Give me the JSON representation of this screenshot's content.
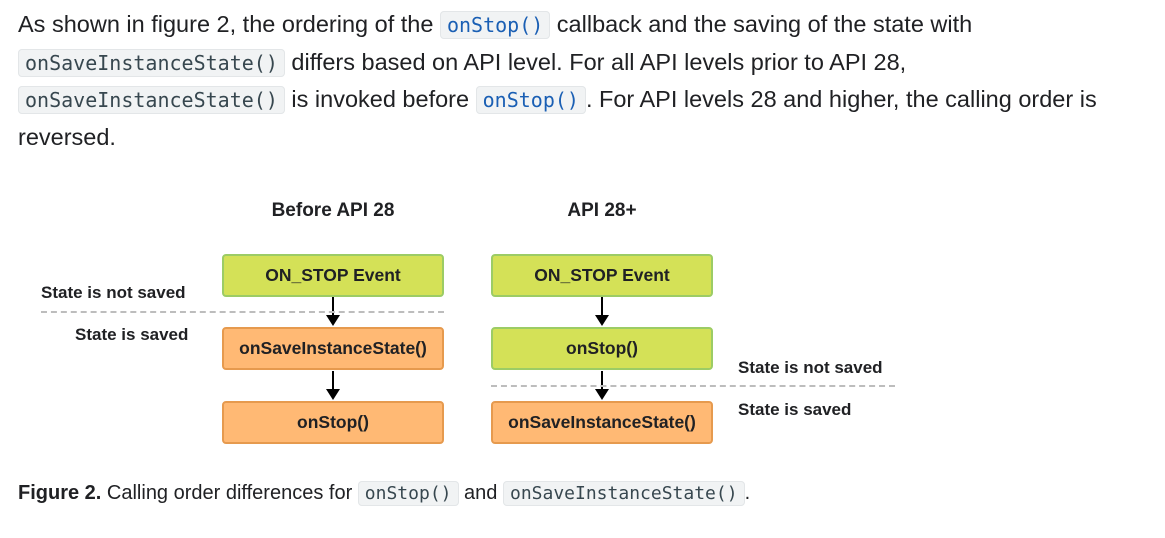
{
  "paragraph": {
    "t1": "As shown in figure 2, the ordering of the ",
    "c1": "onStop()",
    "t2": " callback and the saving of the state with ",
    "c2": "onSaveInstanceState()",
    "t3": " differs based on API level. For all API levels prior to API 28, ",
    "c3": "onSaveInstanceState()",
    "t4": " is invoked before ",
    "c4": "onStop()",
    "t5": ". For API levels 28 and higher, the calling order is reversed."
  },
  "diagram": {
    "left": {
      "heading": "Before API 28",
      "boxes": [
        "ON_STOP Event",
        "onSaveInstanceState()",
        "onStop()"
      ],
      "label_not_saved": "State is not saved",
      "label_saved": "State is saved"
    },
    "right": {
      "heading": "API 28+",
      "boxes": [
        "ON_STOP Event",
        "onStop()",
        "onSaveInstanceState()"
      ],
      "label_not_saved": "State is not saved",
      "label_saved": "State is saved"
    },
    "colors": {
      "green": "#d4e157",
      "orange": "#ffb974"
    }
  },
  "caption": {
    "bold": "Figure 2.",
    "t1": " Calling order differences for ",
    "c1": "onStop()",
    "t2": " and ",
    "c2": "onSaveInstanceState()",
    "t3": "."
  }
}
